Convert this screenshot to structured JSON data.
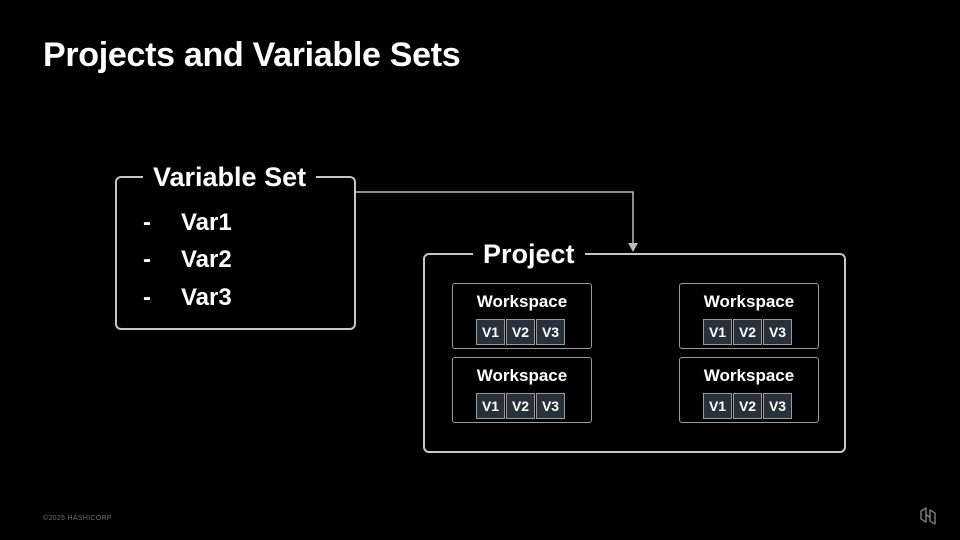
{
  "slide": {
    "title": "Projects and Variable Sets"
  },
  "variable_set": {
    "label": "Variable Set",
    "items": [
      {
        "bullet": "-",
        "name": "Var1"
      },
      {
        "bullet": "-",
        "name": "Var2"
      },
      {
        "bullet": "-",
        "name": "Var3"
      }
    ]
  },
  "project": {
    "label": "Project",
    "workspaces": [
      {
        "title": "Workspace",
        "vars": [
          "V1",
          "V2",
          "V3"
        ]
      },
      {
        "title": "Workspace",
        "vars": [
          "V1",
          "V2",
          "V3"
        ]
      },
      {
        "title": "Workspace",
        "vars": [
          "V1",
          "V2",
          "V3"
        ]
      },
      {
        "title": "Workspace",
        "vars": [
          "V1",
          "V2",
          "V3"
        ]
      }
    ]
  },
  "footer": {
    "copyright": "©2025 HASHICORP",
    "logo_icon": "hashicorp-logo-icon"
  },
  "colors": {
    "background": "#000000",
    "text": "#ffffff",
    "box_border": "#c6c6c6",
    "variable_chip_fill": "#26313b",
    "connector": "#bdbdbd"
  }
}
